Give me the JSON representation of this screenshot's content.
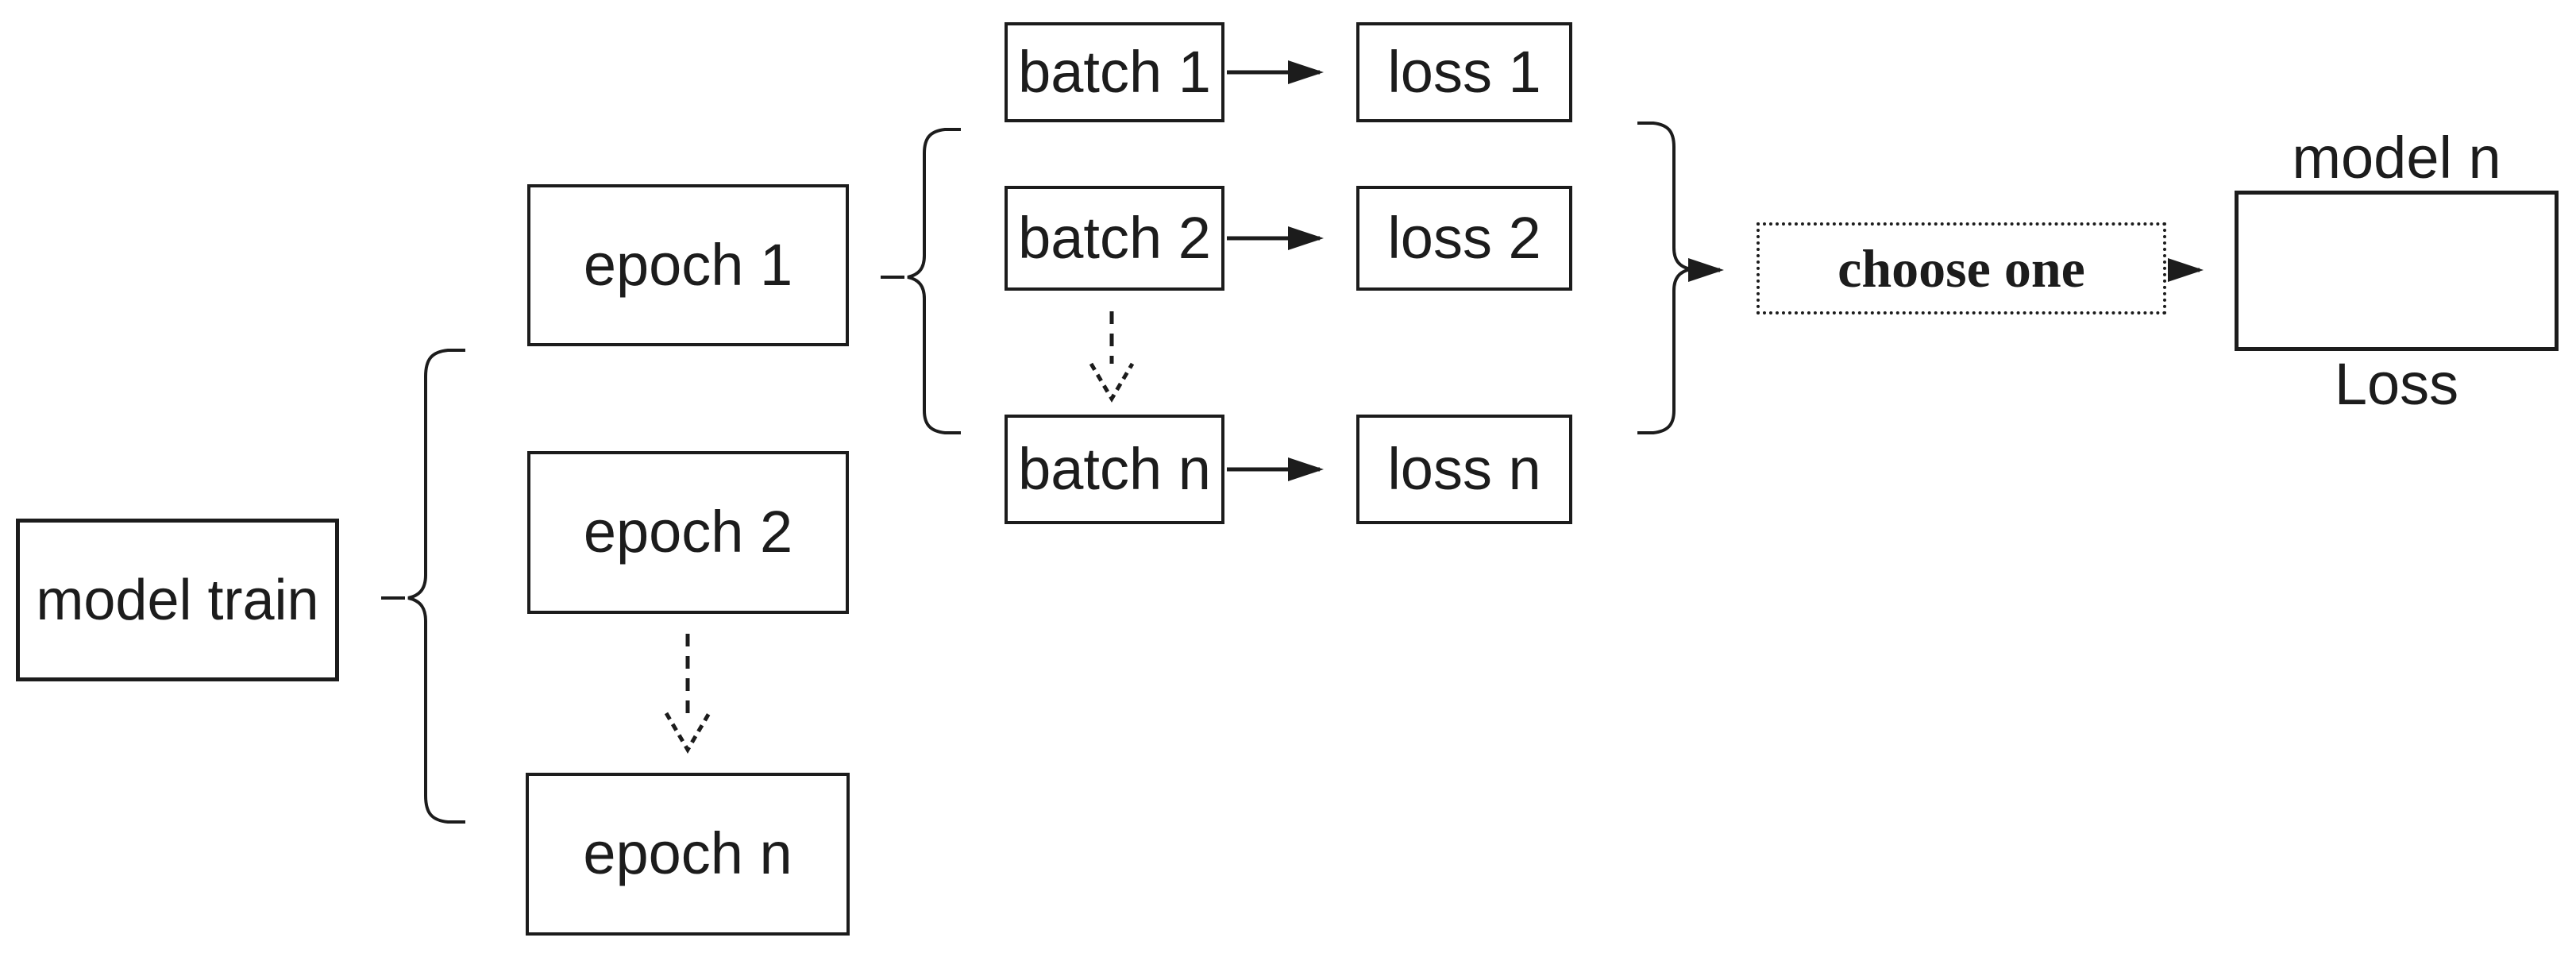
{
  "colors": {
    "background": "#ffffff",
    "line": "#1c1c1c",
    "text": "#1c1c1c"
  },
  "nodes": {
    "model_train": {
      "label": "model train"
    },
    "epoch_1": {
      "label": "epoch 1"
    },
    "epoch_2": {
      "label": "epoch 2"
    },
    "epoch_n": {
      "label": "epoch n"
    },
    "batch_1": {
      "label": "batch 1"
    },
    "batch_2": {
      "label": "batch 2"
    },
    "batch_n": {
      "label": "batch n"
    },
    "loss_1": {
      "label": "loss 1"
    },
    "loss_2": {
      "label": "loss 2"
    },
    "loss_n": {
      "label": "loss n"
    },
    "choose_one": {
      "label": "choose one"
    },
    "model_n_loss": {
      "line1": "model n",
      "line2": "Loss"
    }
  }
}
